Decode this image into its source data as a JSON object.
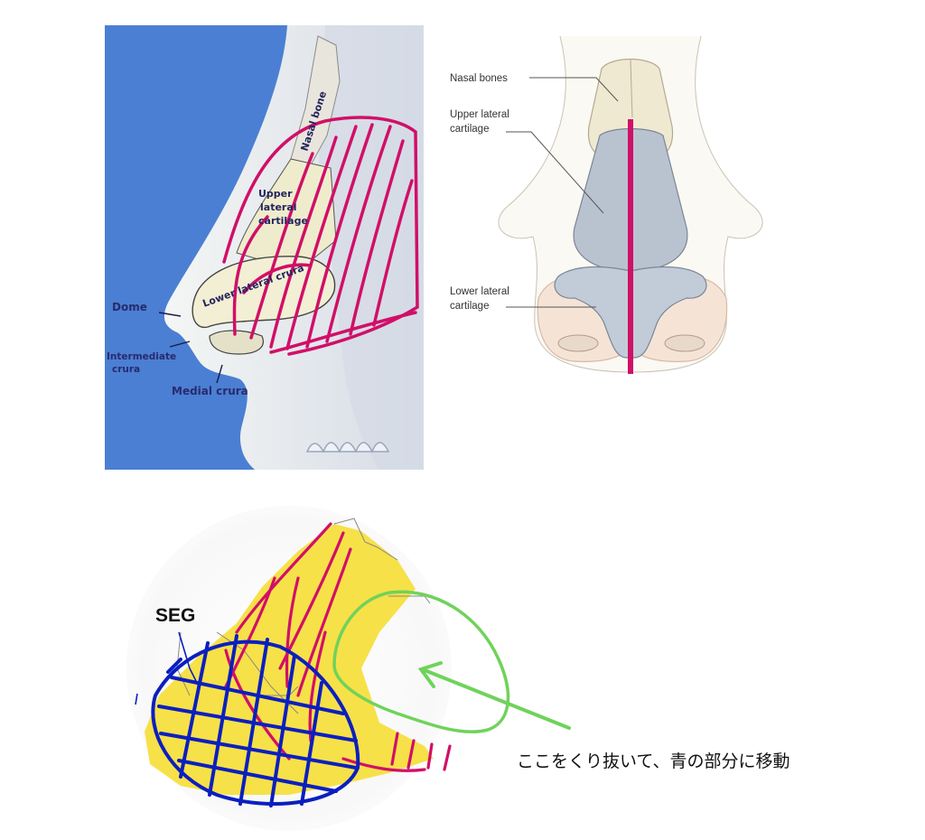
{
  "side_view": {
    "labels": {
      "nasal_bone": "Nasal bone",
      "upper_lateral_1": "Upper",
      "upper_lateral_2": "lateral",
      "upper_lateral_3": "cartilage",
      "lower_lateral_crura": "Lower lateral crura",
      "dome": "Dome",
      "intermediate_1": "Intermediate",
      "intermediate_2": "crura",
      "medial_crura": "Medial crura"
    },
    "colors": {
      "background": "#4a7fd3",
      "annotation": "#d10f68",
      "skin": "#e9ece8",
      "cartilage": "#efeccd"
    }
  },
  "front_view": {
    "labels": {
      "nasal_bones": "Nasal bones",
      "upper_lateral_1": "Upper lateral",
      "upper_lateral_2": "cartilage",
      "lower_lateral_1": "Lower lateral",
      "lower_lateral_2": "cartilage"
    },
    "colors": {
      "cartilage": "#b9c3d0",
      "bone": "#efe9d4",
      "annotation": "#d10f68"
    }
  },
  "sketch": {
    "label": "SEG",
    "note": "ここをくり抜いて、青の部分に移動",
    "colors": {
      "fill": "#f7e148",
      "grid": "#0b1fbf",
      "strokes": "#d10f68",
      "outline": "#6fd35a"
    }
  }
}
